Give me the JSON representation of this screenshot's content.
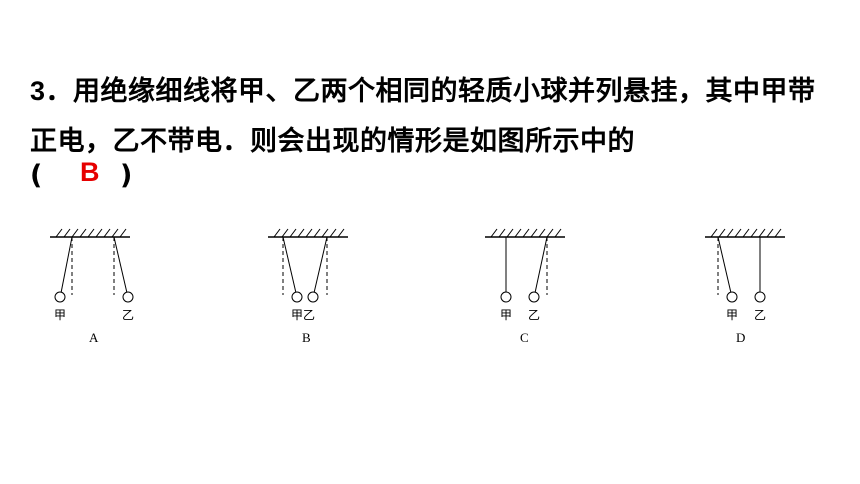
{
  "question": {
    "number": "3",
    "separator": "．",
    "text": "用绝缘细线将甲、乙两个相同的轻质小球并列悬挂，其中甲带正电，乙不带电．则会出现的情形是如图所示中的",
    "open_paren": "(",
    "answer": "B",
    "close_paren": ")"
  },
  "figures": {
    "ball_labels": {
      "jia": "甲",
      "yi": "乙"
    },
    "options": [
      {
        "letter": "A",
        "jia_label": "甲",
        "yi_label": "乙"
      },
      {
        "letter": "B",
        "combined_label": "甲乙"
      },
      {
        "letter": "C",
        "jia_label": "甲",
        "yi_label": "乙"
      },
      {
        "letter": "D",
        "jia_label": "甲",
        "yi_label": "乙"
      }
    ]
  },
  "colors": {
    "answer": "#e60000",
    "text": "#000000"
  }
}
